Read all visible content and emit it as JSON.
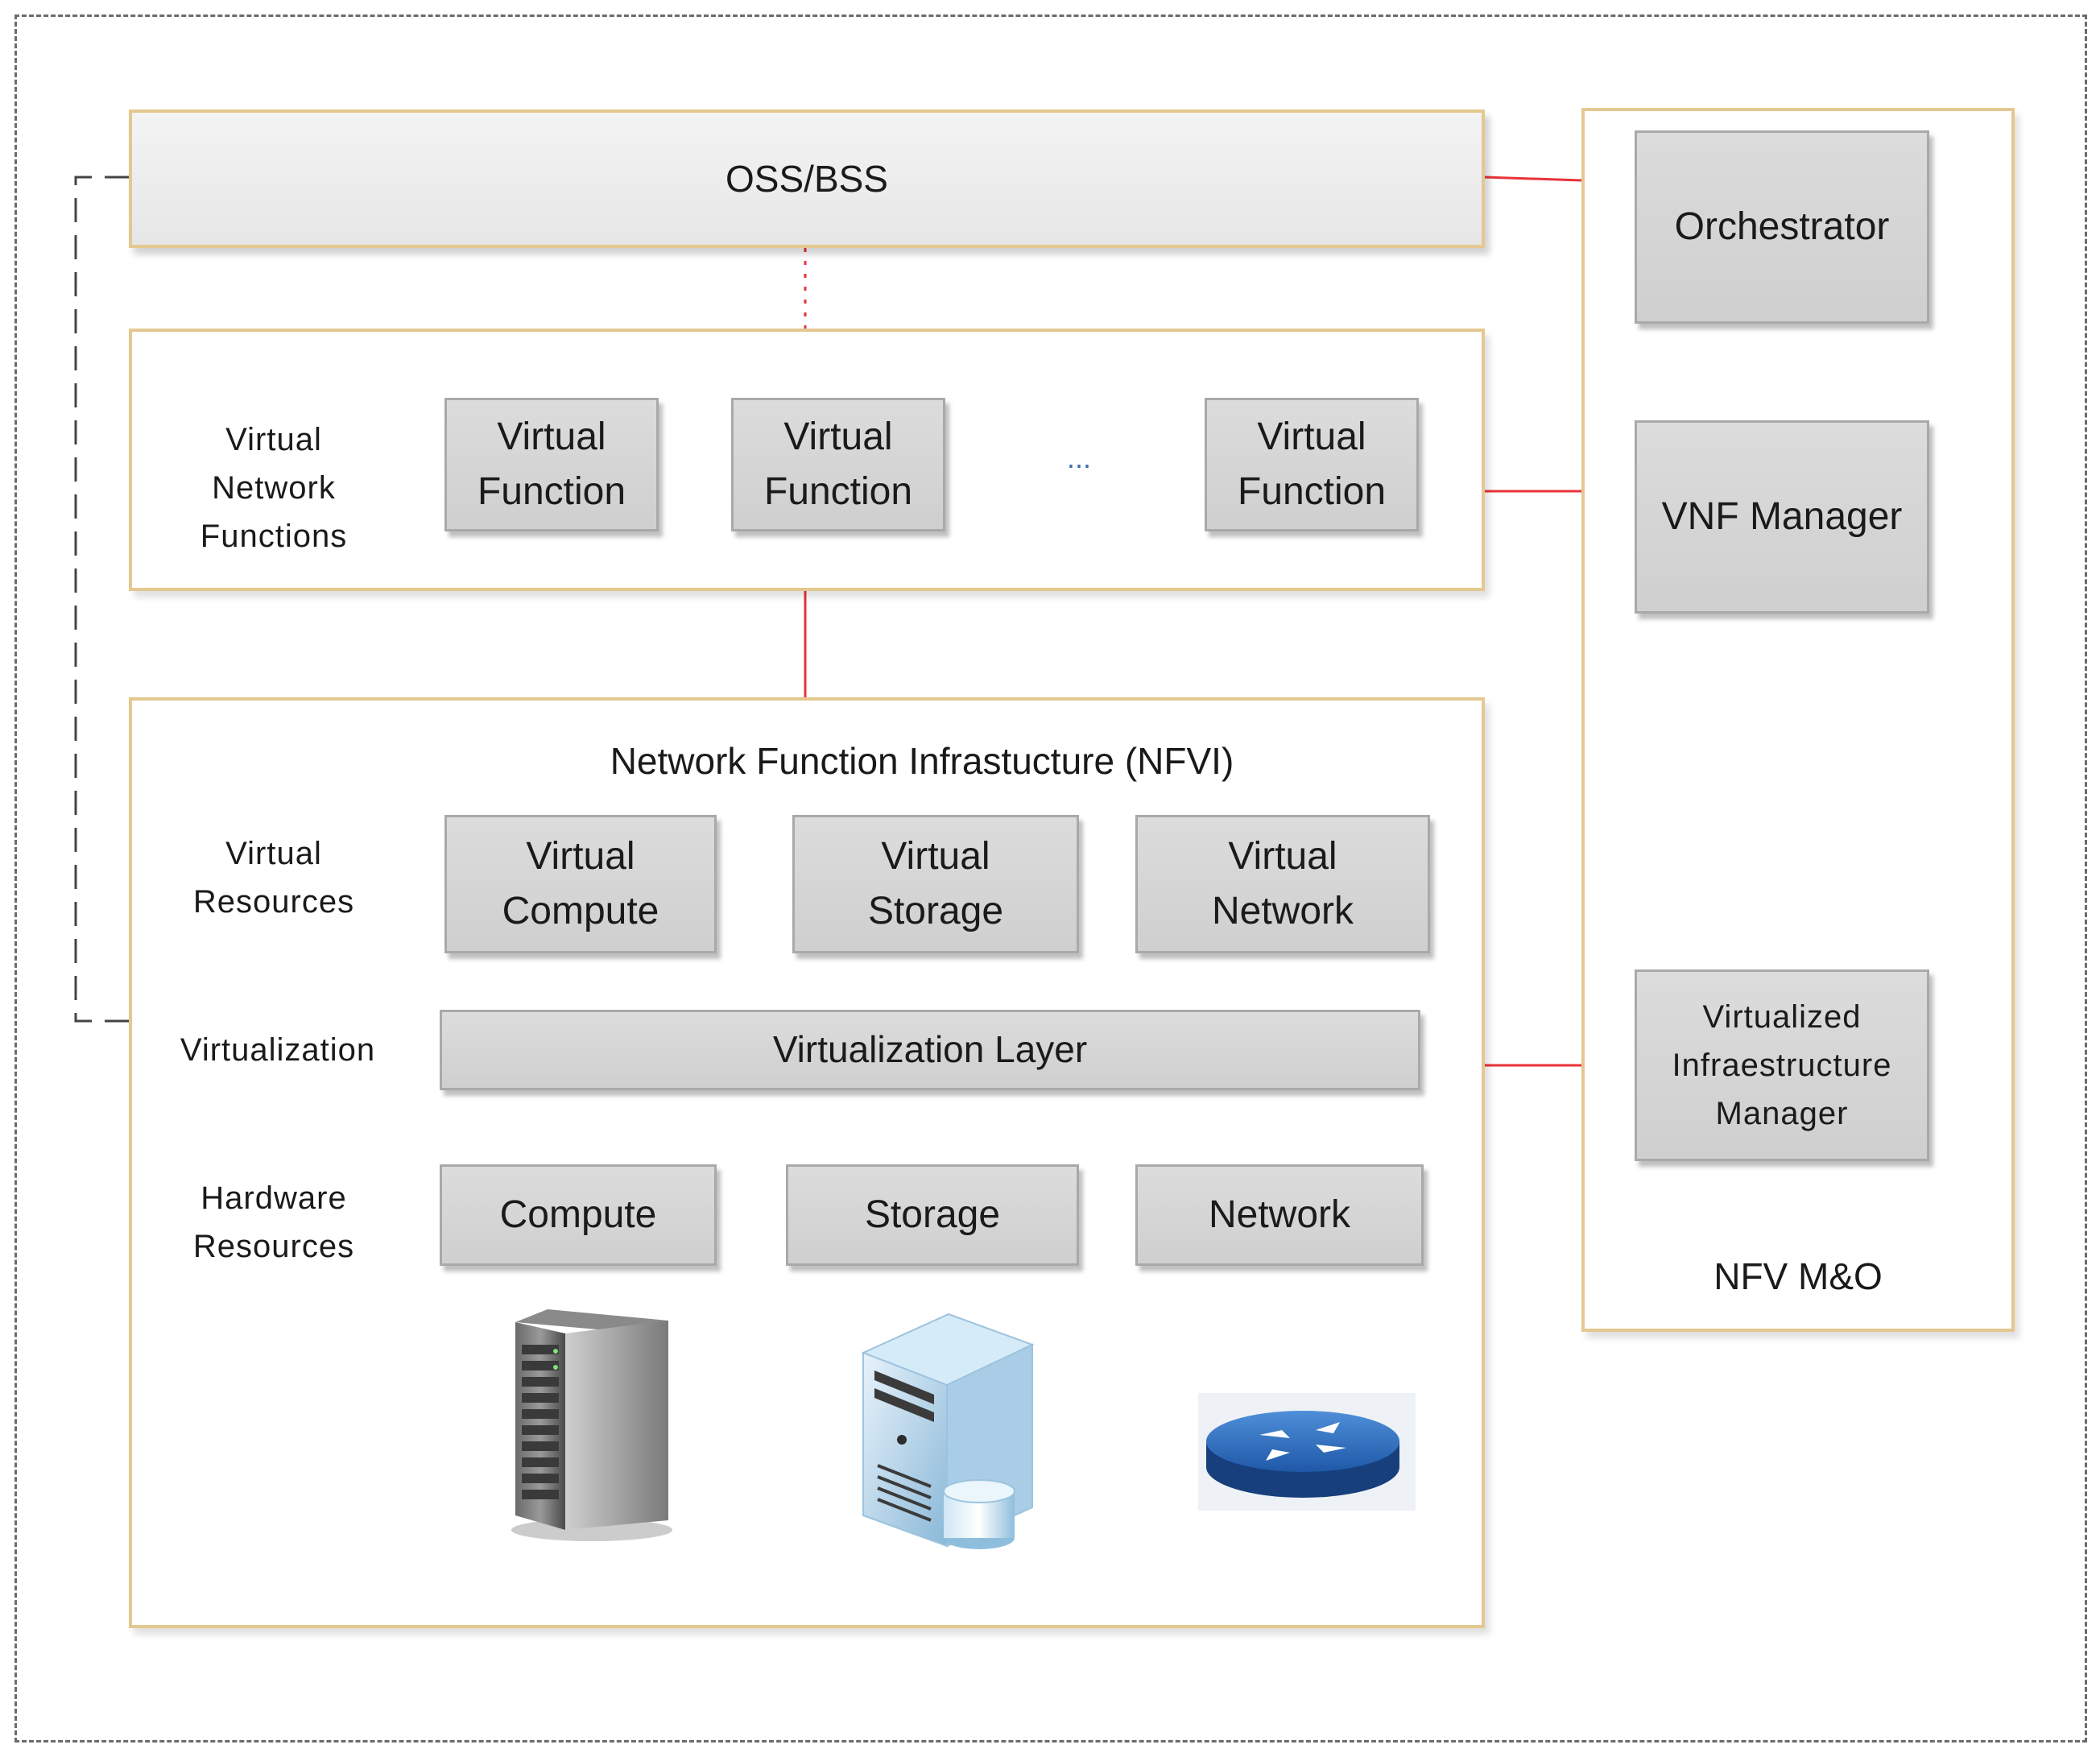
{
  "oss_bss": {
    "label": "OSS/BSS"
  },
  "vnf": {
    "side_label": "Virtual\nNetwork\nFunctions",
    "functions": [
      {
        "label": "Virtual\nFunction"
      },
      {
        "label": "Virtual\nFunction"
      },
      {
        "label": "Virtual\nFunction"
      }
    ],
    "ellipsis": "..."
  },
  "nfvi": {
    "title": "Network Function Infrastucture (NFVI)",
    "virtual_resources_label": "Virtual\nResources",
    "virtual_resources": [
      {
        "label": "Virtual\nCompute"
      },
      {
        "label": "Virtual\nStorage"
      },
      {
        "label": "Virtual\nNetwork"
      }
    ],
    "virtualization_label": "Virtualization",
    "virtualization_layer": "Virtualization Layer",
    "hardware_resources_label": "Hardware\nResources",
    "hardware_resources": [
      {
        "label": "Compute",
        "icon": "server-rack-icon"
      },
      {
        "label": "Storage",
        "icon": "storage-server-icon"
      },
      {
        "label": "Network",
        "icon": "router-icon"
      }
    ]
  },
  "mano": {
    "label": "NFV M&O",
    "orchestrator": "Orchestrator",
    "vnf_manager": "VNF Manager",
    "vim": "Virtualized\nInfraestructure\nManager"
  },
  "colors": {
    "region_border": "#e4c890",
    "box_fill": "#d4d4d4",
    "connector_red": "#e8333a",
    "dashed_line": "#444444"
  }
}
